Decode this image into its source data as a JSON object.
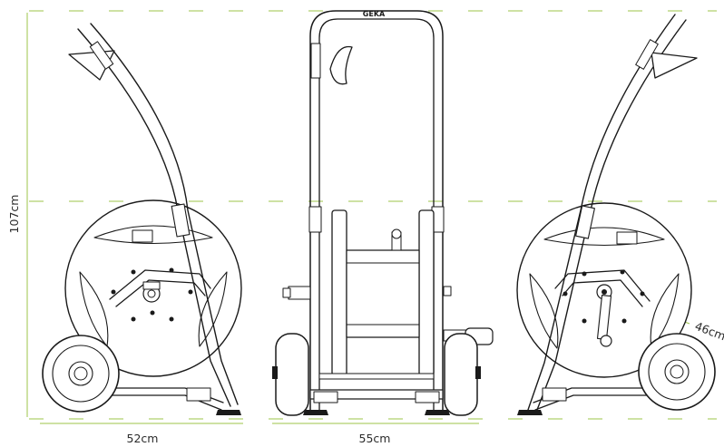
{
  "dimensions": {
    "height": "107cm",
    "side_width": "52cm",
    "front_width": "55cm",
    "drum_diameter": "46cm"
  },
  "logo_text": "GEKA",
  "colors": {
    "dimension_line": "#9dc54a",
    "line_art": "#1a1a1a",
    "background": "#ffffff"
  }
}
